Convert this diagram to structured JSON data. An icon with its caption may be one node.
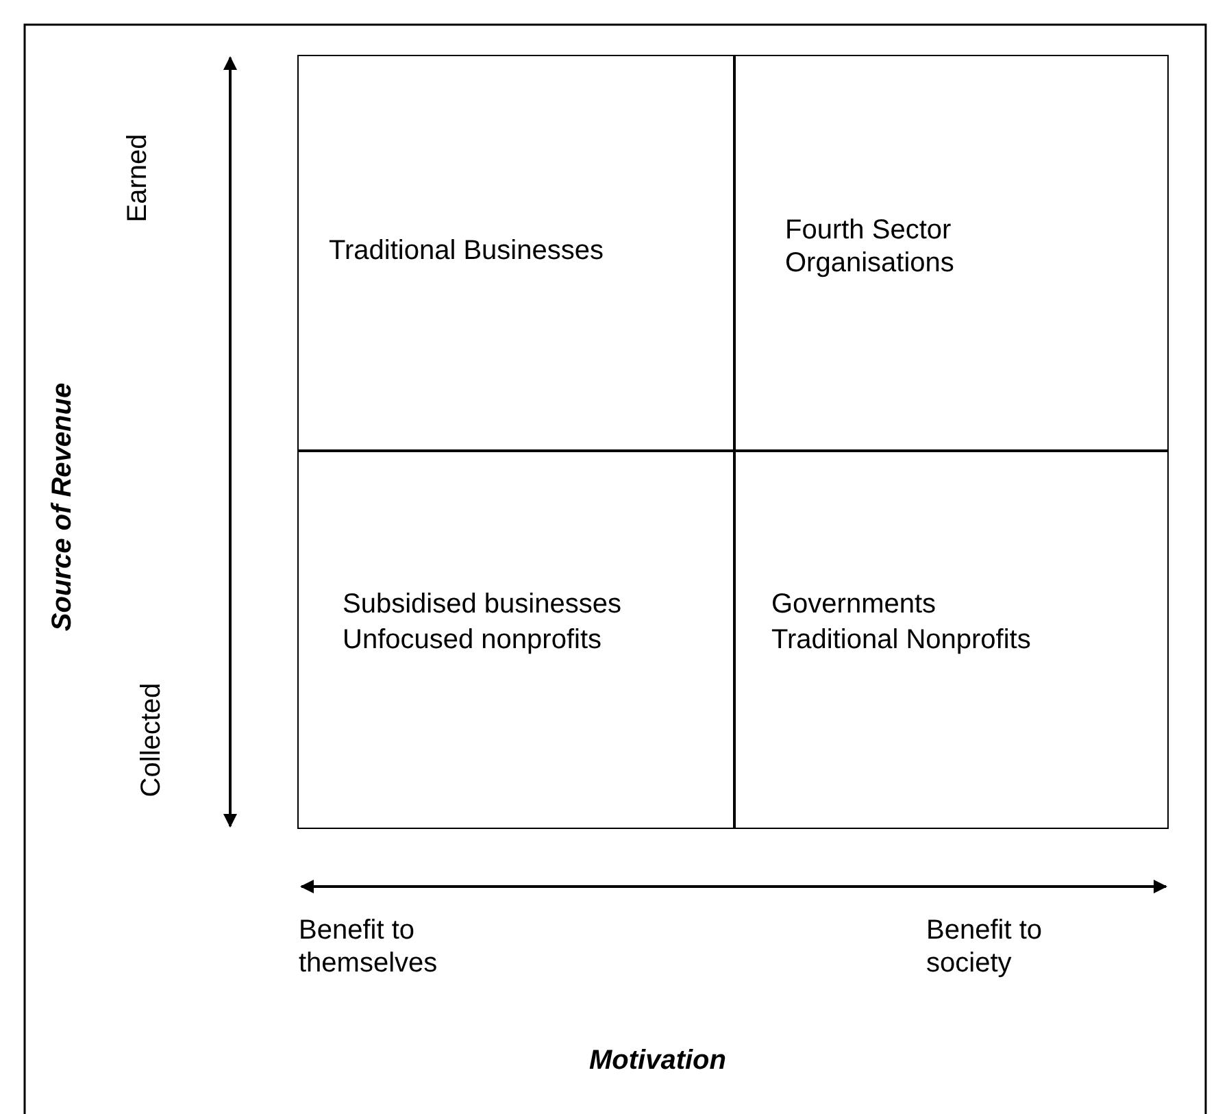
{
  "diagram": {
    "nodes": [
      {
        "text": [
          "Traditional Businesses"
        ]
      },
      {
        "text": [
          "Fourth Sector Organisations"
        ]
      },
      {
        "text": [
          "Subsidised businesses",
          "Unfocused nonprofits"
        ]
      },
      {
        "text": [
          "Governments",
          "Traditional Nonprofits"
        ]
      }
    ],
    "edges": [],
    "labels": [
      "Earned",
      "Source of Revenue",
      "Collected",
      "Benefit to themselves",
      "Benefit to society",
      "Motivation"
    ]
  }
}
